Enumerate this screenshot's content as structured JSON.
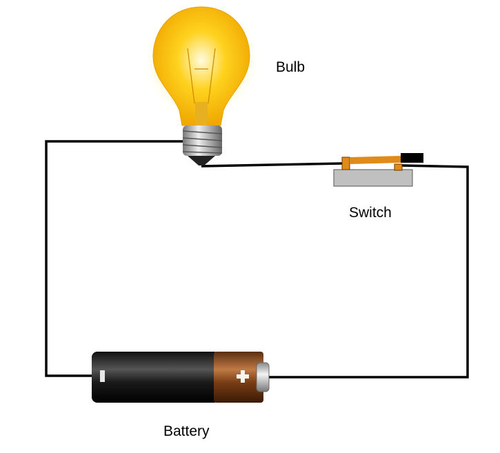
{
  "labels": {
    "bulb": "Bulb",
    "switch": "Switch",
    "battery": "Battery"
  },
  "colors": {
    "wire": "#000000",
    "bulb_glass": "#f5c518",
    "switch_lever": "#e08a1a",
    "switch_base": "#c0c0c0",
    "battery_body": "#1e1e1e",
    "battery_cap": "#8a4a1c"
  }
}
